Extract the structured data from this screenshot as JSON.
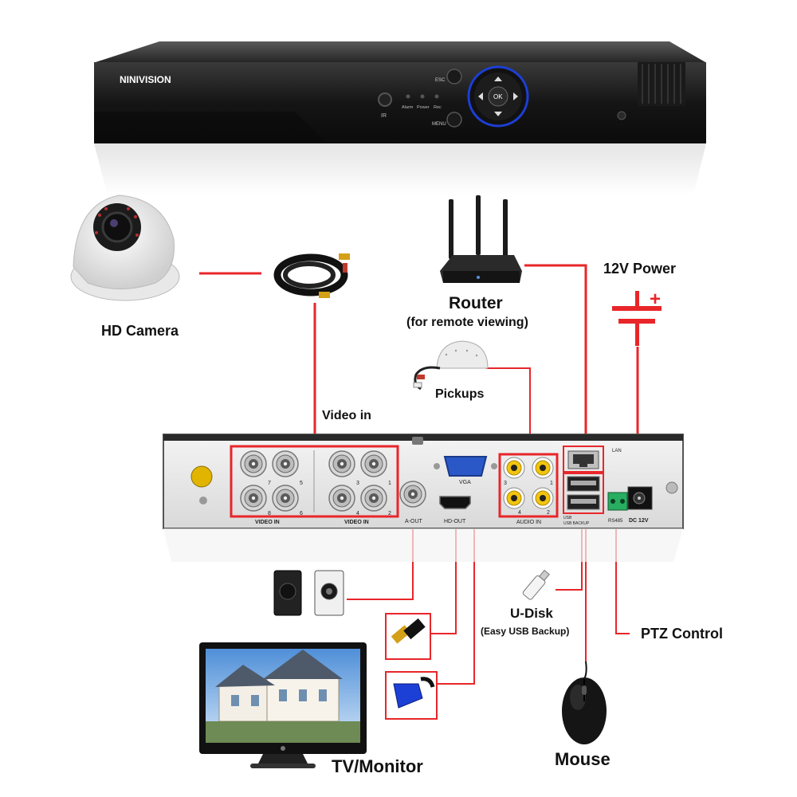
{
  "dvr_front": {
    "brand": "NINIVISION",
    "buttons": [
      "ESC",
      "MENU",
      "OK"
    ],
    "leds": [
      "Alarm",
      "Power",
      "Rec"
    ],
    "ir": "IR"
  },
  "rear_panel": {
    "video_in_label": "VIDEO IN",
    "channel_numbers": [
      "7",
      "5",
      "8",
      "6",
      "3",
      "1",
      "4",
      "2"
    ],
    "vga": "VGA",
    "hd_out": "HD-OUT",
    "a_out": "A-OUT",
    "audio_in": "AUDIO IN",
    "audio_numbers": [
      "3",
      "1",
      "4",
      "2"
    ],
    "lan": "LAN",
    "usb": "USB",
    "usb_backup": "USB BACKUP",
    "rs485": "RS485",
    "dc": "DC 12V"
  },
  "labels": {
    "hd_camera": "HD Camera",
    "video_in": "Video in",
    "router": "Router",
    "router_sub": "(for remote viewing)",
    "power": "12V Power",
    "pickups": "Pickups",
    "u_disk": "U-Disk",
    "u_disk_sub": "(Easy USB Backup)",
    "ptz": "PTZ Control",
    "monitor": "TV/Monitor",
    "mouse": "Mouse"
  },
  "colors": {
    "wire": "#e8262a",
    "device_dark": "#1d1d1d",
    "panel": "#eeeeee",
    "accent_blue": "#1c3fd6"
  }
}
